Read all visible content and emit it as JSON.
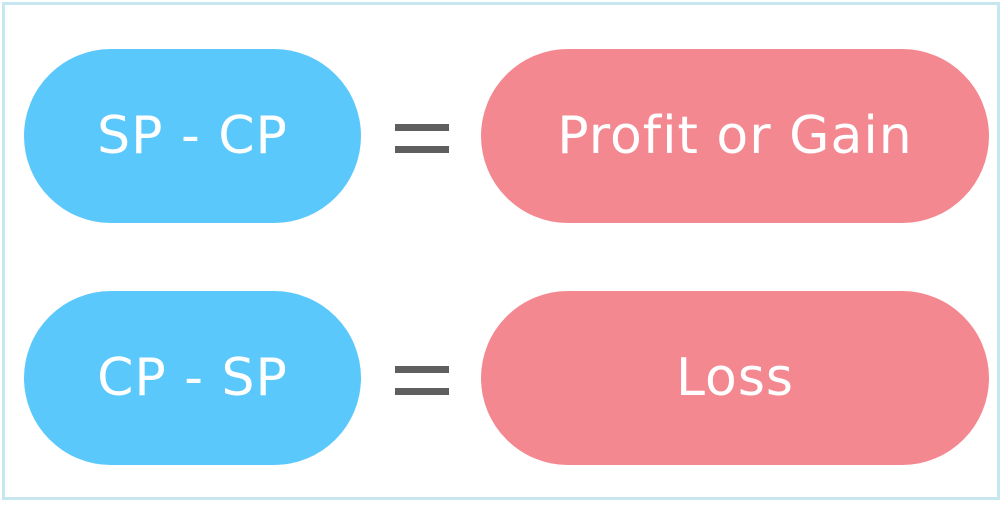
{
  "colors": {
    "left_pill": "#5bc8fc",
    "right_pill": "#f48891",
    "equals_sign": "#5f5f5f",
    "border": "#c6e6f0"
  },
  "rows": [
    {
      "left": "SP - CP",
      "right": "Profit or Gain"
    },
    {
      "left": "CP - SP",
      "right": "Loss"
    }
  ]
}
